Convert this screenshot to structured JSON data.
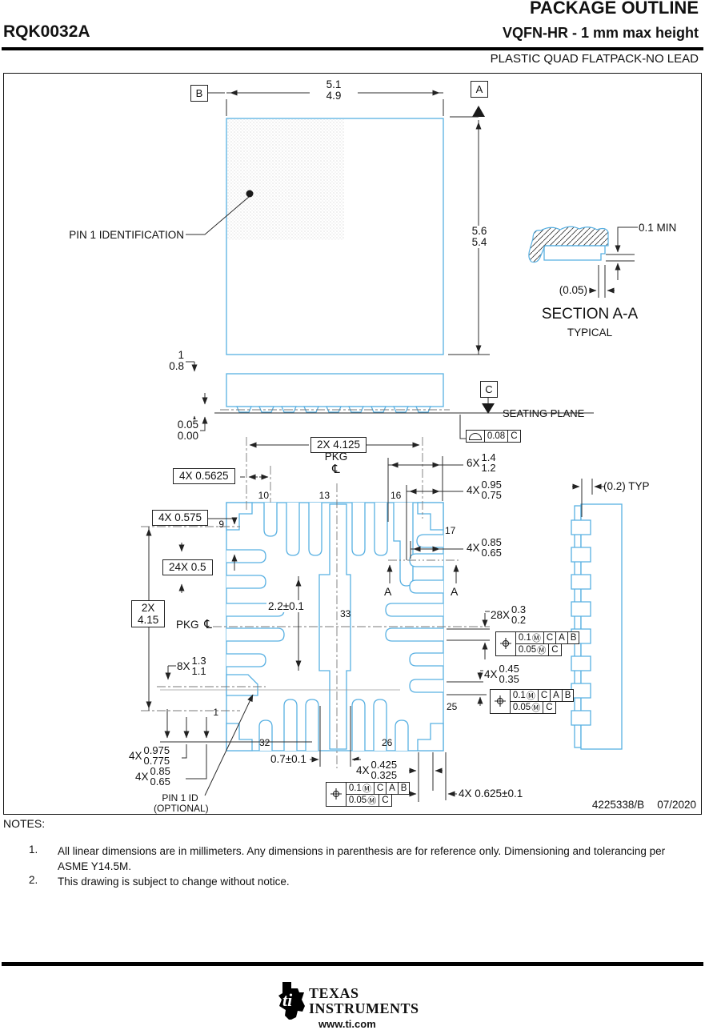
{
  "header": {
    "title": "PACKAGE OUTLINE",
    "part_number": "RQK0032A",
    "subtitle": "VQFN-HR - 1 mm max height",
    "package_type": "PLASTIC QUAD FLATPACK-NO LEAD"
  },
  "datums": {
    "a": "A",
    "b": "B",
    "c": "C"
  },
  "top_view": {
    "width": {
      "max": "5.1",
      "min": "4.9"
    },
    "height": {
      "max": "5.6",
      "min": "5.4"
    },
    "pin1_label": "PIN 1 IDENTIFICATION"
  },
  "section": {
    "title": "SECTION A-A",
    "subtitle": "TYPICAL",
    "gap": "0.1 MIN",
    "ref": "(0.05)"
  },
  "side_view": {
    "height": {
      "max": "1",
      "min": "0.8"
    },
    "standoff": {
      "max": "0.05",
      "min": "0.00"
    },
    "seating_plane": "SEATING PLANE",
    "flatness": {
      "tol": "0.08",
      "datum": "C"
    },
    "half_pitch": "2X 4.125"
  },
  "bottom_view": {
    "pkg": "PKG",
    "cl": "℄",
    "dims": {
      "d5625": "4X 0.5625",
      "d575": "4X 0.575",
      "d05": "24X 0.5",
      "d415": {
        "pre": "2X",
        "val": "4.15"
      },
      "lead_top": {
        "pre": "6X",
        "max": "1.4",
        "min": "1.2"
      },
      "lead095": {
        "pre": "4X",
        "max": "0.95",
        "min": "0.75"
      },
      "lead085r": {
        "pre": "4X",
        "max": "0.85",
        "min": "0.65"
      },
      "typ02": "(0.2) TYP",
      "pad_h": "2.2±0.1",
      "w03": {
        "pre": "28X",
        "max": "0.3",
        "min": "0.2"
      },
      "w045": {
        "pre": "4X",
        "max": "0.45",
        "min": "0.35"
      },
      "lead13": {
        "pre": "8X",
        "max": "1.3",
        "min": "1.1"
      },
      "d0975": {
        "pre": "4X",
        "max": "0.975",
        "min": "0.775"
      },
      "lead085b": {
        "pre": "4X",
        "max": "0.85",
        "min": "0.65"
      },
      "pad_w": "0.7±0.1",
      "w0425": {
        "pre": "4X",
        "max": "0.425",
        "min": "0.325"
      },
      "d0625": "4X 0.625±0.1"
    },
    "pins": {
      "n1": "1",
      "n9": "9",
      "n10": "10",
      "n13": "13",
      "n16": "16",
      "n17": "17",
      "n25": "25",
      "n26": "26",
      "n32": "32",
      "n33": "33"
    },
    "section_cut": "A",
    "pin1_id": {
      "l1": "PIN 1 ID",
      "l2": "(OPTIONAL)"
    }
  },
  "fcf": {
    "tol1": "0.1",
    "tol2": "0.05",
    "mod": "Ⓜ",
    "d1": "C",
    "d2": "A",
    "d3": "B",
    "dc": "C"
  },
  "title_block": {
    "number": "4225338/B",
    "date": "07/2020"
  },
  "notes": {
    "label": "NOTES:",
    "items": [
      {
        "num": "1.",
        "text": "All linear dimensions are in millimeters. Any dimensions in parenthesis are for reference only. Dimensioning and tolerancing per ASME Y14.5M."
      },
      {
        "num": "2.",
        "text": "This drawing is subject to change without notice."
      }
    ]
  },
  "footer": {
    "brand_line1": "TEXAS",
    "brand_line2": "INSTRUMENTS",
    "url": "www.ti.com"
  }
}
